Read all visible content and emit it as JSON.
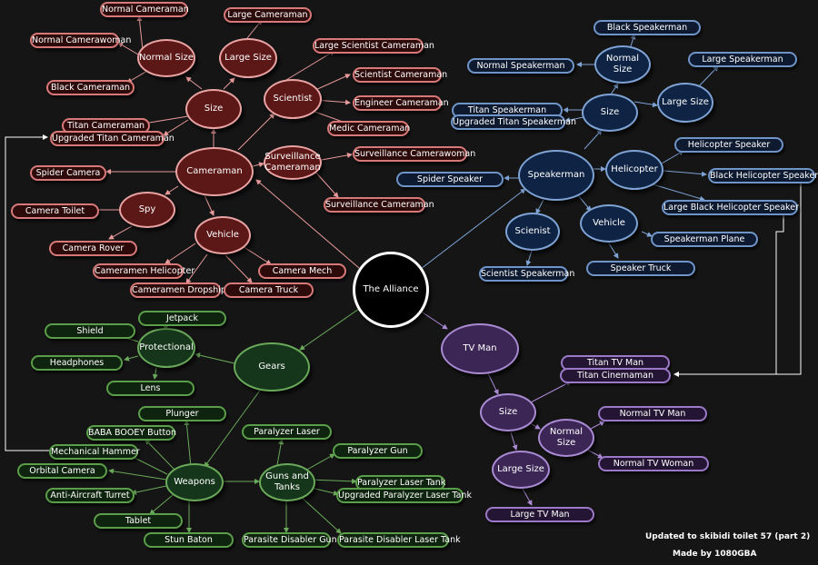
{
  "center": {
    "label": "The Alliance"
  },
  "cameraman": {
    "main": "Cameraman",
    "size": "Size",
    "normal_size": "Normal Size",
    "large_size": "Large Size",
    "normal_cameraman": "Normal Cameraman",
    "normal_camerawoman": "Normal Camerawoman",
    "black_cameraman": "Black Cameraman",
    "large_cameraman": "Large Cameraman",
    "titan_cameraman": "Titan Cameraman",
    "upgraded_titan_cameraman": "Upgraded Titan Cameraman",
    "scientist": "Scientist",
    "large_scientist_cameraman": "Large Scientist Cameraman",
    "scientist_cameraman": "Scientist Cameraman",
    "engineer_cameraman": "Engineer Cameraman",
    "medic_cameraman": "Medic Cameraman",
    "surveillance": "Surveillance Cameraman",
    "surveillance_camerawoman": "Surveillance Camerawoman",
    "surveillance_cameraman": "Surveillance Cameraman",
    "spider_camera": "Spider Camera",
    "spy": "Spy",
    "camera_toilet": "Camera Toilet",
    "camera_rover": "Camera Rover",
    "vehicle": "Vehicle",
    "cameramen_helicopter": "Cameramen Helicopter",
    "camera_mech": "Camera Mech",
    "cameramen_dropship": "Cameramen Dropship",
    "camera_truck": "Camera Truck"
  },
  "speakerman": {
    "main": "Speakerman",
    "size": "Size",
    "normal_size": "Normal Size",
    "large_size": "Large Size",
    "black_speakerman": "Black Speakerman",
    "normal_speakerman": "Normal Speakerman",
    "large_speakerman": "Large Speakerman",
    "titan_speakerman": "Titan Speakerman",
    "upgraded_titan_speakerman": "Upgraded Titan Speakerman",
    "helicopter": "Helicopter",
    "helicopter_speaker": "Helicopter Speaker",
    "black_helicopter_speaker": "Black Helicopter Speaker",
    "large_black_helicopter_speaker": "Large Black Helicopter Speaker",
    "spider_speaker": "Spider Speaker",
    "scientist": "Scienist",
    "scientist_speakerman": "Scientist Speakerman",
    "vehicle": "Vehicle",
    "speakerman_plane": "Speakerman Plane",
    "speaker_truck": "Speaker Truck"
  },
  "gears": {
    "main": "Gears",
    "protectional": "Protectional",
    "jetpack": "Jetpack",
    "shield": "Shield",
    "headphones": "Headphones",
    "lens": "Lens",
    "weapons": "Weapons",
    "plunger": "Plunger",
    "baba_booey_button": "BABA BOOEY Button",
    "mechanical_hammer": "Mechanical Hammer",
    "orbital_camera": "Orbital Camera",
    "anti_aircraft_turret": "Anti-Aircraft Turret",
    "tablet": "Tablet",
    "stun_baton": "Stun Baton",
    "guns_and_tanks": "Guns and Tanks",
    "paralyzer_laser": "Paralyzer Laser",
    "paralyzer_gun": "Paralyzer Gun",
    "paralyzer_laser_tank": "Paralyzer Laser Tank",
    "upgraded_paralyzer_laser_tank": "Upgraded Paralyzer Laser Tank",
    "parasite_disabler_gun": "Parasite Disabler Gun",
    "parasite_disabler_laser_tank": "Parasite Disabler Laser Tank"
  },
  "tvman": {
    "main": "TV Man",
    "titan_tv_man": "Titan TV Man",
    "titan_cinemaman": "Titan Cinemaman",
    "size": "Size",
    "normal_size": "Normal Size",
    "normal_tv_man": "Normal TV Man",
    "normal_tv_woman": "Normal TV Woman",
    "large_size": "Large Size",
    "large_tv_man": "Large TV Man"
  },
  "footer": {
    "updated": "Updated to skibidi toilet 57 (part 2)",
    "credit": "Made by 1080GBA"
  },
  "colors": {
    "cameraman": "#e8a0a0",
    "speakerman": "#7ea3d4",
    "gears": "#6aa95a",
    "tvman": "#a98ad3",
    "background": "#151515"
  }
}
